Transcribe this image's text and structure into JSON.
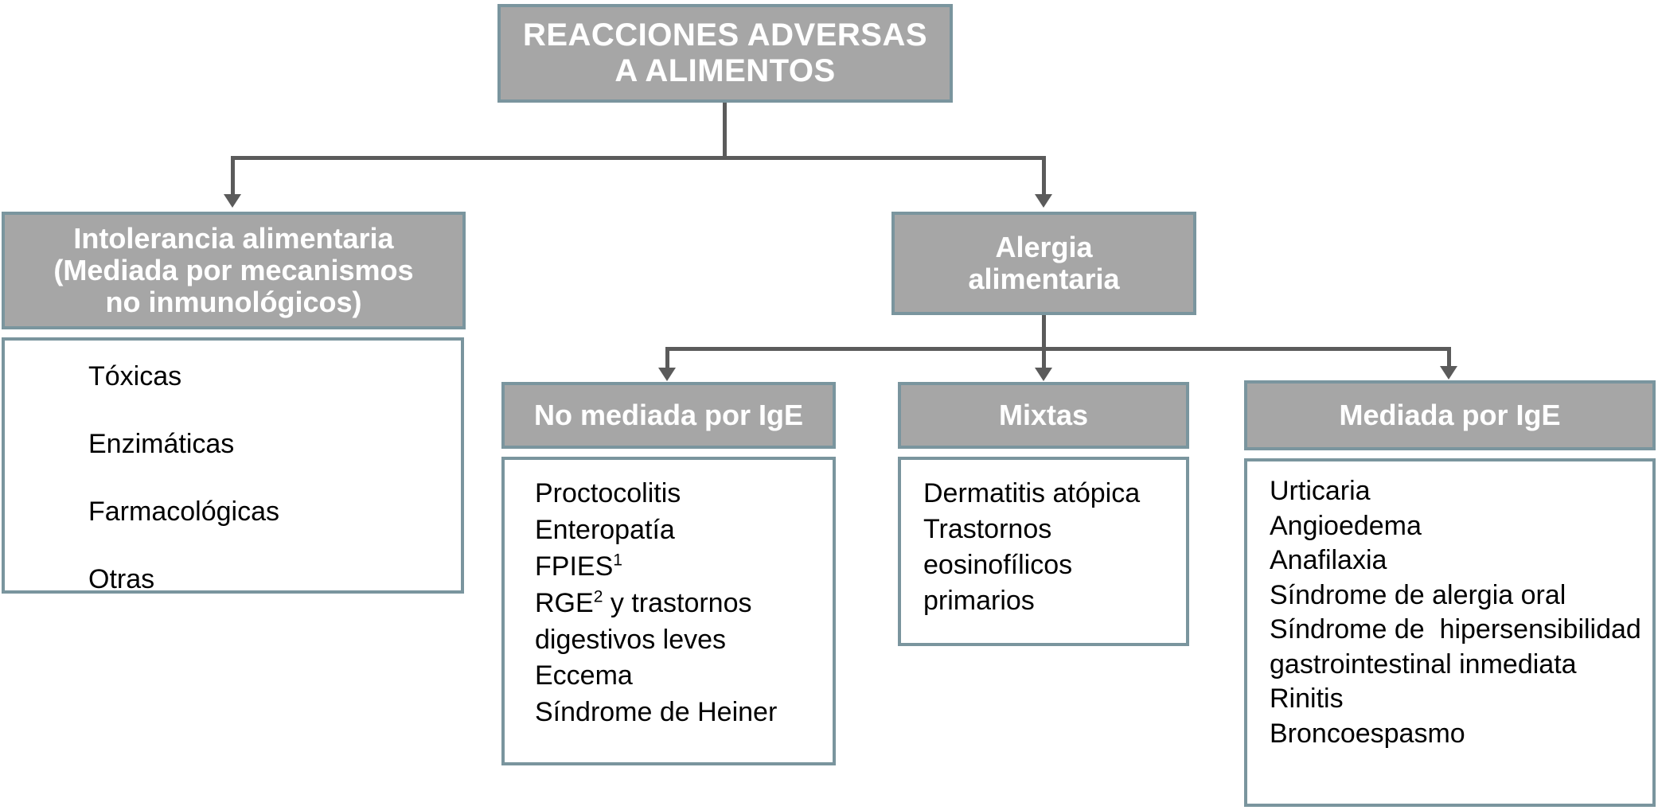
{
  "diagram": {
    "title": "REACCIONES ADVERSAS A  ALIMENTOS",
    "colors": {
      "header_fill": "#a6a6a6",
      "border": "#7a959e",
      "connector": "#5b5b5b",
      "header_text": "#ffffff",
      "list_text": "#000000",
      "list_fill": "#ffffff"
    },
    "root": {
      "line1": "REACCIONES ADVERSAS",
      "line2": "A  ALIMENTOS"
    },
    "branches": {
      "intolerancia": {
        "header_line1": "Intolerancia alimentaria",
        "header_line2": "(Mediada por mecanismos",
        "header_line3": "no inmunológicos)",
        "items": [
          "Tóxicas",
          "Enzimáticas",
          "Farmacológicas",
          "Otras"
        ]
      },
      "alergia": {
        "header_line1": "Alergia",
        "header_line2": "alimentaria",
        "children": {
          "no_mediada_ige": {
            "header": "No mediada por IgE",
            "items": [
              {
                "text": "Proctocolitis",
                "sup": ""
              },
              {
                "text": "Enteropatía",
                "sup": ""
              },
              {
                "text": "FPIES",
                "sup": "1"
              },
              {
                "text": "RGE",
                "sup": "2",
                "tail": " y trastornos"
              },
              {
                "text": "digestivos leves",
                "sup": ""
              },
              {
                "text": "Eccema",
                "sup": ""
              },
              {
                "text": "Síndrome de Heiner",
                "sup": ""
              }
            ]
          },
          "mixtas": {
            "header": "Mixtas",
            "items": [
              "Dermatitis atópica",
              "Trastornos",
              "eosinofílicos",
              "primarios"
            ]
          },
          "mediada_ige": {
            "header": "Mediada por IgE",
            "items": [
              "Urticaria",
              "Angioedema",
              "Anafilaxia",
              "Síndrome de alergia oral",
              "Síndrome de  hipersensibilidad",
              "gastrointestinal inmediata",
              "Rinitis",
              "Broncoespasmo"
            ]
          }
        }
      }
    }
  }
}
